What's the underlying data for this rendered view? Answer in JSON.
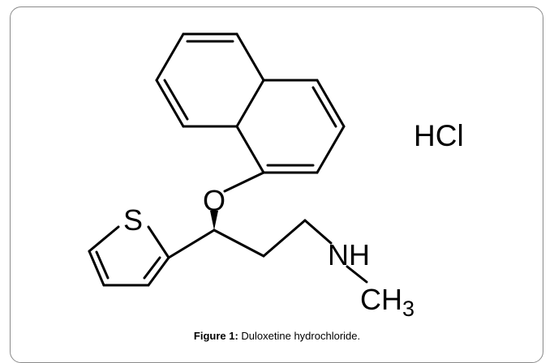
{
  "molecule": {
    "atoms": {
      "hcl": "HCl",
      "oxygen": "O",
      "sulfur": "S",
      "nh": "NH",
      "ch": "CH",
      "subscript": "3"
    }
  },
  "caption": {
    "label": "Figure 1:",
    "text": " Duloxetine hydrochloride."
  },
  "colors": {
    "ink": "#000000",
    "frame": "#8a8a8a"
  }
}
